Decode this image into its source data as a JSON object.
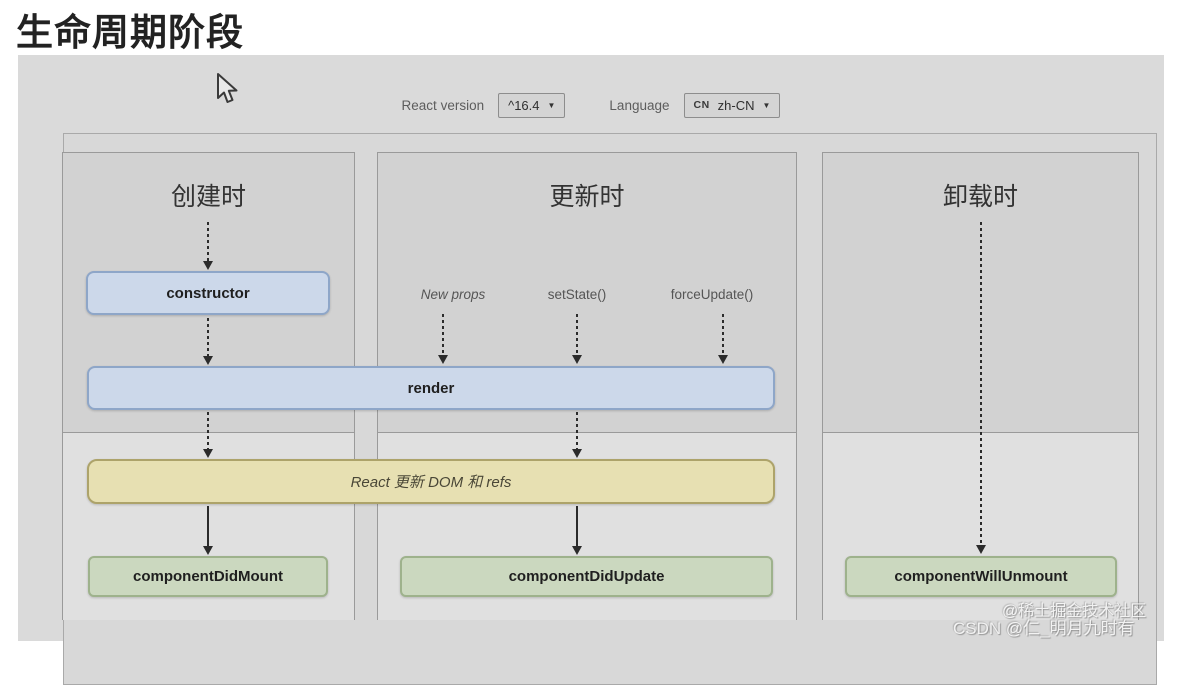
{
  "page": {
    "title": "生命周期阶段"
  },
  "toolbar": {
    "react_version_label": "React version",
    "react_version_value": "^16.4",
    "language_label": "Language",
    "language_badge": "CN",
    "language_value": "zh-CN",
    "dropdown_arrow": "▼"
  },
  "columns": [
    {
      "id": "mounting",
      "title": "创建时"
    },
    {
      "id": "updating",
      "title": "更新时"
    },
    {
      "id": "unmounting",
      "title": "卸载时"
    }
  ],
  "nodes": {
    "constructor": "constructor",
    "render": "render",
    "react_updates_dom": "React 更新 DOM 和 refs",
    "component_did_mount": "componentDidMount",
    "component_did_update": "componentDidUpdate",
    "component_will_unmount": "componentWillUnmount"
  },
  "update_triggers": [
    "New props",
    "setState()",
    "forceUpdate()"
  ],
  "watermarks": {
    "line1": "@稀土掘金技术社区",
    "line2": "CSDN @仁_明月九时有"
  },
  "colors": {
    "blue_box_bg": "#ccd8ea",
    "blue_box_border": "#8ea6c8",
    "yellow_box_bg": "#e7e0b2",
    "yellow_box_border": "#ada36a",
    "green_box_bg": "#cbd8bf",
    "green_box_border": "#9eb28c",
    "panel_bg": "#d8d8d8",
    "column_top_bg": "#d2d2d2",
    "column_bottom_bg": "#e0e0e0"
  }
}
